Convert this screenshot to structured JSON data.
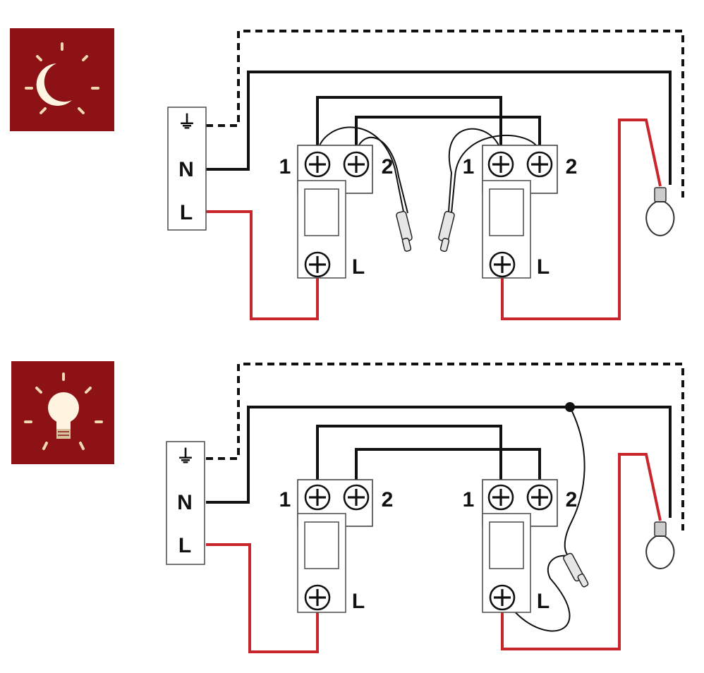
{
  "diagrams": [
    {
      "state_icon": "moon-icon",
      "terminal_block": {
        "earth_symbol": "⏚",
        "neutral_label": "N",
        "line_label": "L"
      },
      "switch_1": {
        "term_1_label": "1",
        "term_2_label": "2",
        "term_l_label": "L"
      },
      "switch_2": {
        "term_1_label": "1",
        "term_2_label": "2",
        "term_l_label": "L"
      }
    },
    {
      "state_icon": "lightbulb-icon",
      "terminal_block": {
        "earth_symbol": "⏚",
        "neutral_label": "N",
        "line_label": "L"
      },
      "switch_1": {
        "term_1_label": "1",
        "term_2_label": "2",
        "term_l_label": "L"
      },
      "switch_2": {
        "term_1_label": "1",
        "term_2_label": "2",
        "term_l_label": "L"
      }
    }
  ],
  "colors": {
    "icon_background": "#8c1216",
    "live_wire": "#c8262b",
    "neutral_wire": "#111111",
    "earth_wire": "#111111"
  }
}
